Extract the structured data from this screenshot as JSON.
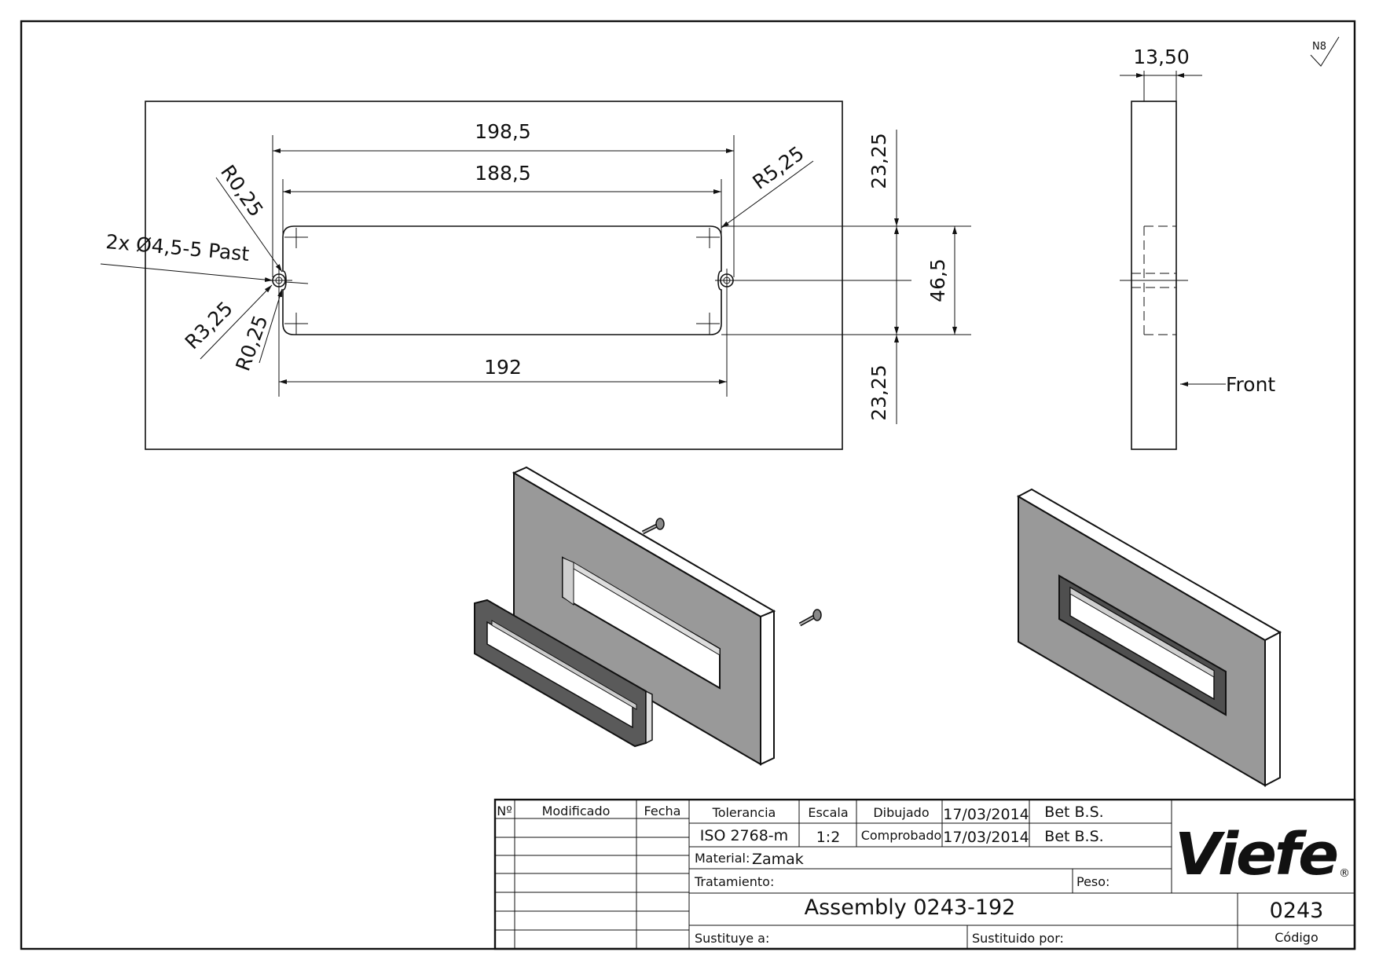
{
  "surface_mark": "N8",
  "front_view": {
    "dimensions": {
      "overall_width": "198,5",
      "inner_width": "188,5",
      "hole_spacing": "192",
      "corner_radius_outer": "R5,25",
      "corner_radius_tl": "R0,25",
      "corner_radius_bl": "R0,25",
      "notch_radius": "R3,25",
      "hole_callout": "2x Ø4,5-5 Past",
      "top_margin": "23,25",
      "bottom_margin": "23,25",
      "height": "46,5"
    }
  },
  "side_view": {
    "thickness": "13,50",
    "front_label": "Front"
  },
  "title_block": {
    "revision_headers": {
      "number": "Nº",
      "modified": "Modificado",
      "date": "Fecha"
    },
    "tolerance_label": "Tolerancia",
    "tolerance_value": "ISO 2768-m",
    "scale_label": "Escala",
    "scale_value": "1:2",
    "drawn_label": "Dibujado",
    "drawn_date": "17/03/2014",
    "drawn_by": "Bet B.S.",
    "checked_label": "Comprobado",
    "checked_date": "17/03/2014",
    "checked_by": "Bet B.S.",
    "material_label": "Material:",
    "material_value": "Zamak",
    "treatment_label": "Tratamiento:",
    "weight_label": "Peso:",
    "title": "Assembly 0243-192",
    "code_value": "0243",
    "code_label": "Código",
    "replaces_label": "Sustituye a:",
    "replaced_by_label": "Sustituido por:",
    "logo_text": "Viefe",
    "logo_mark": "®"
  }
}
